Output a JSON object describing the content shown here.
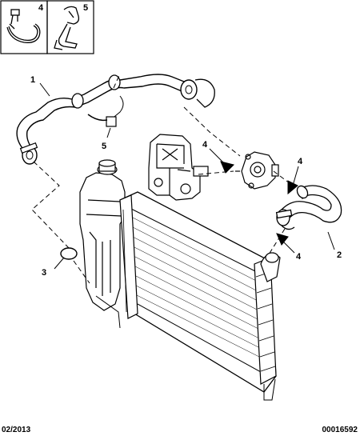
{
  "legend_boxes": [
    {
      "number": "4"
    },
    {
      "number": "5"
    }
  ],
  "callouts": [
    "1",
    "5",
    "4",
    "4",
    "2",
    "3",
    "4"
  ],
  "footer": {
    "date": "02/2013",
    "reference": "00016592"
  }
}
